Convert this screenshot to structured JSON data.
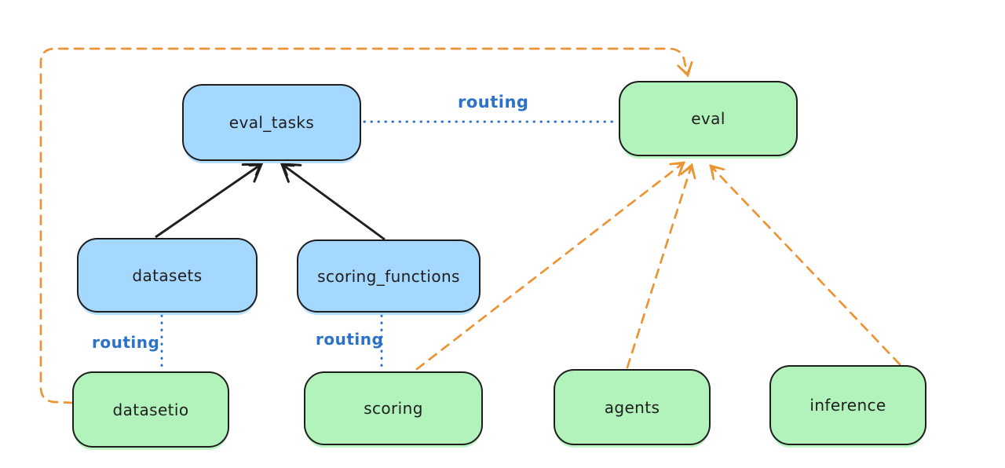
{
  "diagram": {
    "background_color": "#ffffff",
    "colors": {
      "api_box_fill": "#a5d8ff",
      "provider_box_fill": "#b2f2bb",
      "box_stroke": "#1e1e1e",
      "routing_blue": "#2b72c8",
      "dashed_orange": "#ec9434"
    },
    "nodes": [
      {
        "id": "eval_tasks",
        "label": "eval_tasks",
        "color": "blue"
      },
      {
        "id": "eval",
        "label": "eval",
        "color": "green"
      },
      {
        "id": "datasets",
        "label": "datasets",
        "color": "blue"
      },
      {
        "id": "scoring_functions",
        "label": "scoring_functions",
        "color": "blue"
      },
      {
        "id": "datasetio",
        "label": "datasetio",
        "color": "green"
      },
      {
        "id": "scoring",
        "label": "scoring",
        "color": "green"
      },
      {
        "id": "agents",
        "label": "agents",
        "color": "green"
      },
      {
        "id": "inference",
        "label": "inference",
        "color": "green"
      }
    ],
    "edges": [
      {
        "from": "datasets",
        "to": "eval_tasks",
        "style": "solid",
        "color": "black"
      },
      {
        "from": "scoring_functions",
        "to": "eval_tasks",
        "style": "solid",
        "color": "black"
      },
      {
        "from": "eval_tasks",
        "to": "eval",
        "style": "dotted",
        "color": "blue",
        "label": "routing"
      },
      {
        "from": "datasets",
        "to": "datasetio",
        "style": "dotted",
        "color": "blue",
        "label": "routing"
      },
      {
        "from": "scoring_functions",
        "to": "scoring",
        "style": "dotted",
        "color": "blue",
        "label": "routing"
      },
      {
        "from": "datasetio",
        "to": "eval",
        "style": "dashed",
        "color": "orange"
      },
      {
        "from": "scoring",
        "to": "eval",
        "style": "dashed",
        "color": "orange"
      },
      {
        "from": "agents",
        "to": "eval",
        "style": "dashed",
        "color": "orange"
      },
      {
        "from": "inference",
        "to": "eval",
        "style": "dashed",
        "color": "orange"
      }
    ]
  }
}
